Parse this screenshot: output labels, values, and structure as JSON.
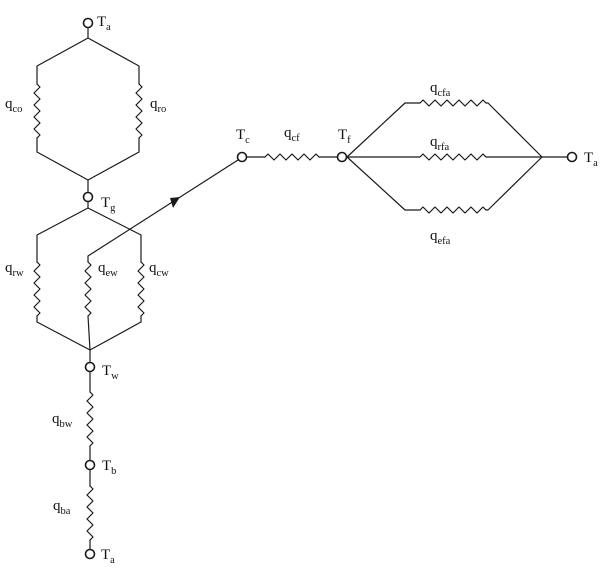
{
  "labels": {
    "t_a_top": {
      "main": "T",
      "sub": "a"
    },
    "t_g": {
      "main": "T",
      "sub": "g"
    },
    "t_w": {
      "main": "T",
      "sub": "w"
    },
    "t_b": {
      "main": "T",
      "sub": "b"
    },
    "t_a_bottom": {
      "main": "T",
      "sub": "a"
    },
    "t_c": {
      "main": "T",
      "sub": "c"
    },
    "t_f": {
      "main": "T",
      "sub": "f"
    },
    "t_a_right": {
      "main": "T",
      "sub": "a"
    },
    "q_co": {
      "main": "q",
      "sub": "co"
    },
    "q_ro": {
      "main": "q",
      "sub": "ro"
    },
    "q_rw": {
      "main": "q",
      "sub": "rw"
    },
    "q_ew": {
      "main": "q",
      "sub": "ew"
    },
    "q_cw": {
      "main": "q",
      "sub": "cw"
    },
    "q_bw": {
      "main": "q",
      "sub": "bw"
    },
    "q_ba": {
      "main": "q",
      "sub": "ba"
    },
    "q_cf": {
      "main": "q",
      "sub": "cf"
    },
    "q_cfa": {
      "main": "q",
      "sub": "cfa"
    },
    "q_rfa": {
      "main": "q",
      "sub": "rfa"
    },
    "q_efa": {
      "main": "q",
      "sub": "efa"
    }
  }
}
